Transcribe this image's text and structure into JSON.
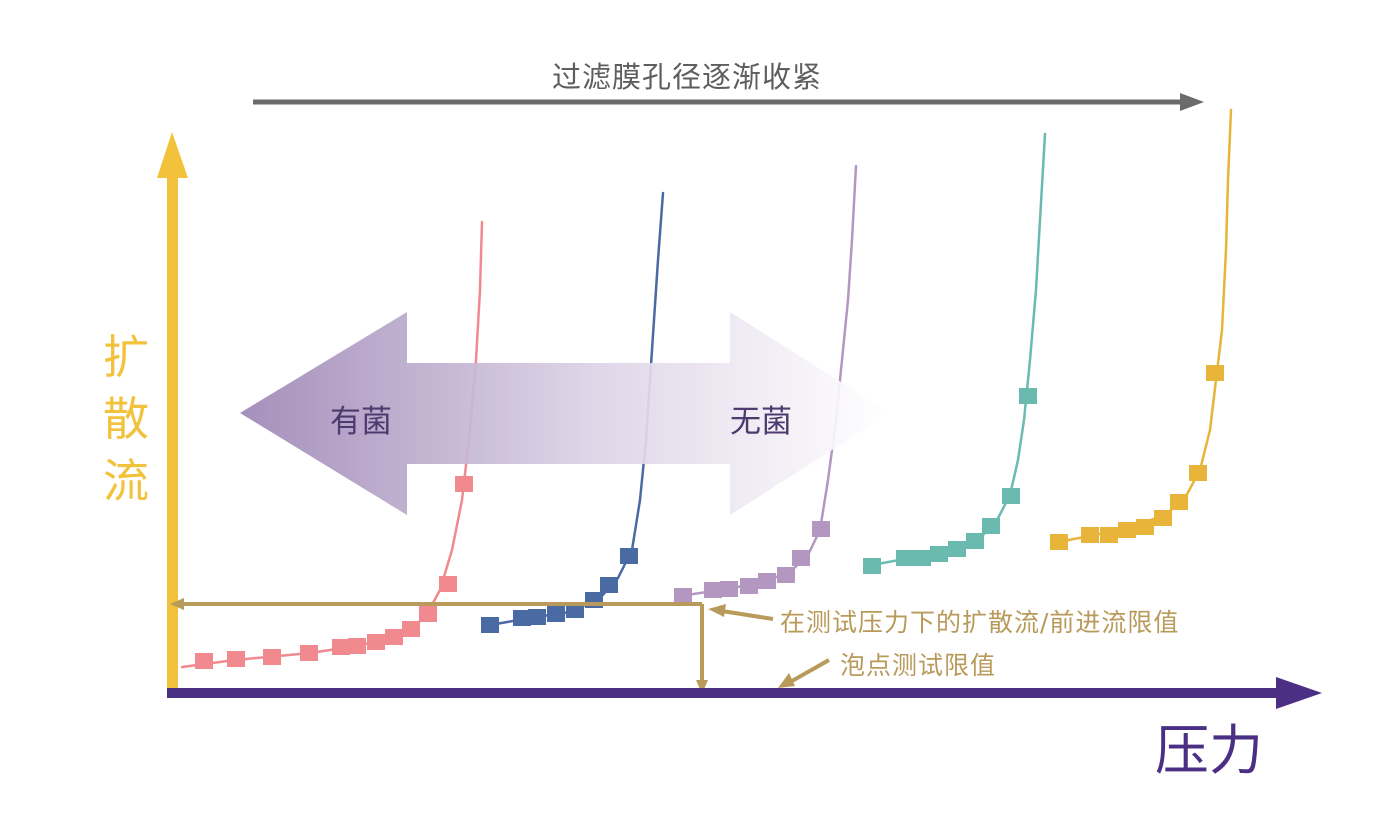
{
  "caption": "过滤膜孔径逐渐收紧",
  "y_axis_label": [
    "扩",
    "散",
    "流"
  ],
  "x_axis_label": "压力",
  "double_arrow": {
    "left_label": "有菌",
    "right_label": "无菌"
  },
  "annotations": {
    "diffusion_limit": "在测试压力下的扩散流/前进流限值",
    "bubble_point_limit": "泡点测试限值"
  },
  "colors": {
    "caption_arrow": "#6b6b6b",
    "y_axis": "#f2c23c",
    "x_axis": "#4a2f85",
    "limit_lines": "#b89a5b",
    "double_arrow_dark": "#9d86b5",
    "double_arrow_light": "#ffffff",
    "curves": [
      "#f08a8e",
      "#4a6aa3",
      "#b497c0",
      "#6bbab0",
      "#e8b43a"
    ]
  },
  "curve_colors_note_free": true
}
